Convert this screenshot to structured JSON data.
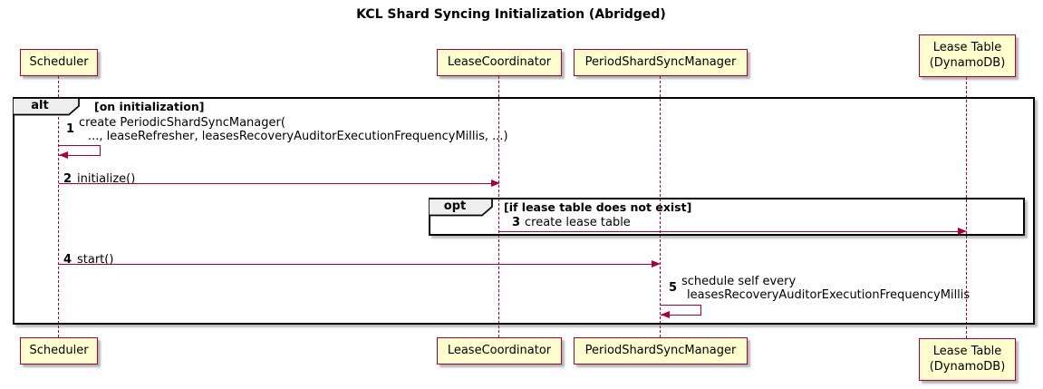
{
  "title": "KCL Shard Syncing Initialization (Abridged)",
  "participants": {
    "scheduler": {
      "label": "Scheduler"
    },
    "lease_coordinator": {
      "label": "LeaseCoordinator"
    },
    "period_shard_sync_manager": {
      "label": "PeriodShardSyncManager"
    },
    "lease_table": {
      "label_line1": "Lease Table",
      "label_line2": "(DynamoDB)"
    }
  },
  "frames": {
    "alt": {
      "keyword": "alt",
      "condition": "[on initialization]"
    },
    "opt": {
      "keyword": "opt",
      "condition": "[if lease table does not exist]"
    }
  },
  "messages": {
    "m1": {
      "num": "1",
      "line1": "create PeriodicShardSyncManager(",
      "line2": "..., leaseRefresher, leasesRecoveryAuditorExecutionFrequencyMillis, ...)",
      "kind": "self-message",
      "from": "Scheduler",
      "to": "Scheduler"
    },
    "m2": {
      "num": "2",
      "text": "initialize()",
      "kind": "message",
      "from": "Scheduler",
      "to": "LeaseCoordinator"
    },
    "m3": {
      "num": "3",
      "text": "create lease table",
      "kind": "message",
      "from": "LeaseCoordinator",
      "to": "Lease Table (DynamoDB)"
    },
    "m4": {
      "num": "4",
      "text": "start()",
      "kind": "message",
      "from": "Scheduler",
      "to": "PeriodShardSyncManager"
    },
    "m5": {
      "num": "5",
      "line1": "schedule self every",
      "line2": "leasesRecoveryAuditorExecutionFrequencyMillis",
      "kind": "self-message",
      "from": "PeriodShardSyncManager",
      "to": "PeriodShardSyncManager"
    }
  },
  "colors": {
    "participant_fill": "#FEFECE",
    "participant_border": "#A80036",
    "arrow": "#A80036",
    "lifeline": "#A80036",
    "frame_border": "#000000",
    "pentagon_fill": "#EEEEEE",
    "background": "#FFFFFF",
    "text": "#000000"
  }
}
